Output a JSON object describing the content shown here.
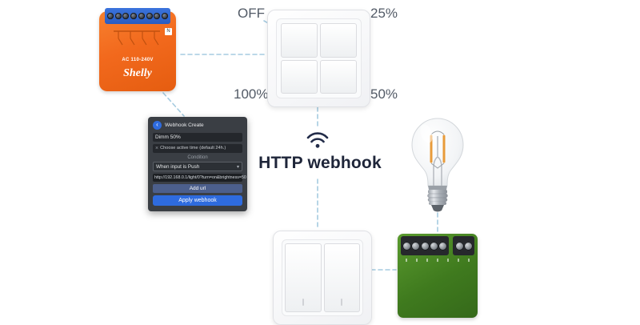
{
  "switch_labels": {
    "off": "OFF",
    "p25": "25%",
    "p50": "50%",
    "p100": "100%"
  },
  "center": {
    "title": "HTTP webhook"
  },
  "webhook_dialog": {
    "title": "Webhook Create",
    "back_arrow": "‹",
    "dim_field": "Dimm 50%",
    "clear_icon": "×",
    "time_field": "Choose active time (default 24h.)",
    "condition_label": "Condition",
    "input_condition": "When input is Push",
    "dropdown_caret": "▾",
    "url": "http://192.168.0.1/light/0?turn=on&brightness=50",
    "add_url_button": "Add url",
    "apply_button": "Apply webhook"
  },
  "relay_device": {
    "logo": "Shelly",
    "marking": "AC 110-240V",
    "neutral_label": "N"
  },
  "colors": {
    "connector_dashed": "#a5cbe0",
    "headline_text": "#1e2539",
    "relay_orange": "#f2691d",
    "terminal_blue": "#2a5cc0",
    "module_green": "#3f7a1e",
    "app_blue": "#2e6bdf",
    "dialog_bg": "#3a3e44"
  }
}
